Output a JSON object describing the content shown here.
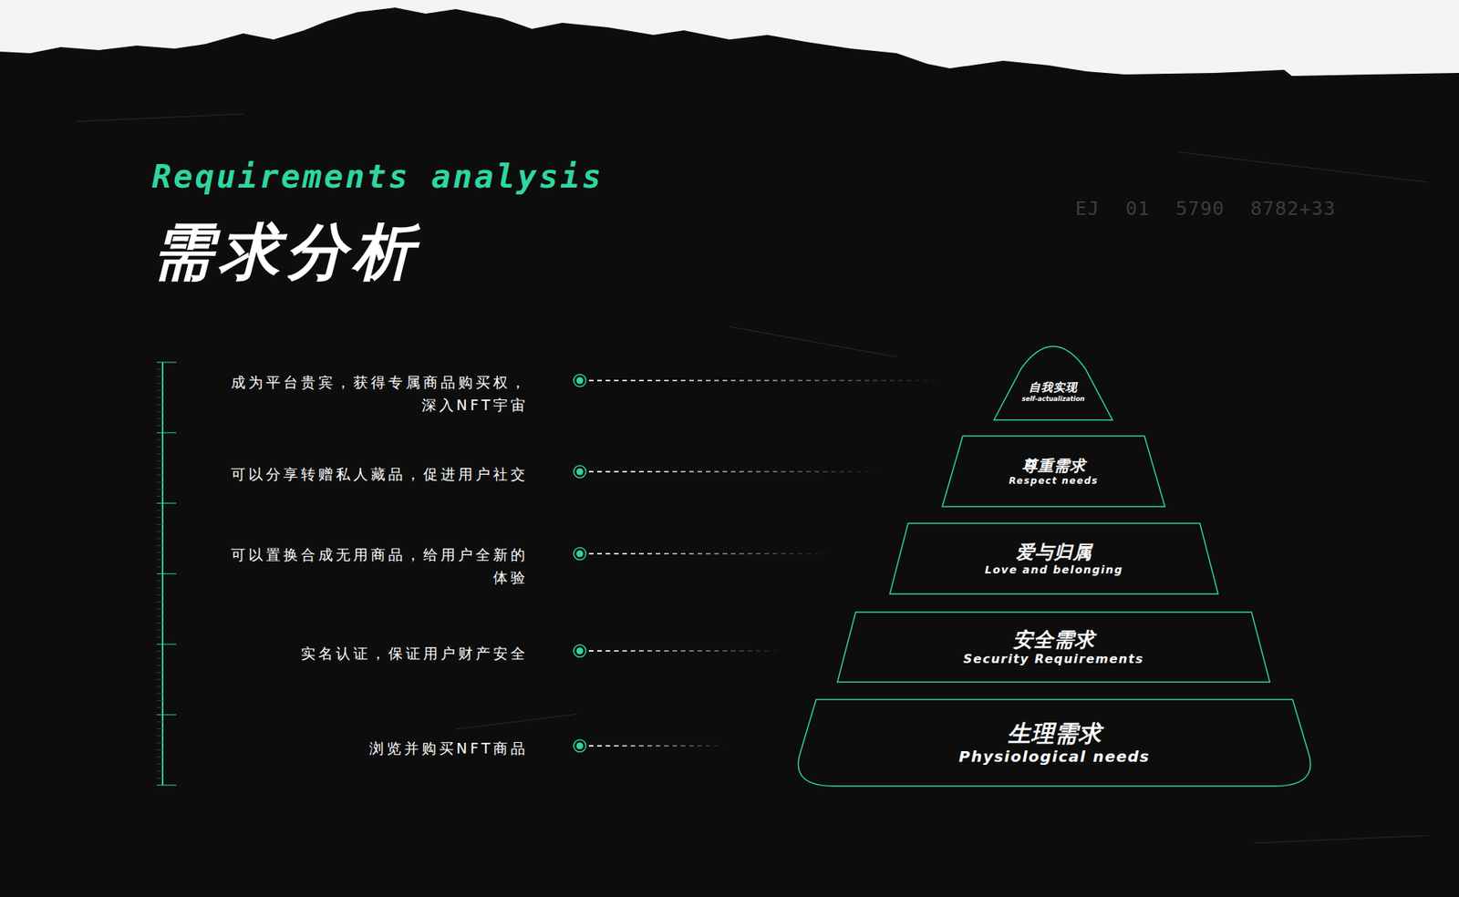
{
  "diagram": {
    "title": "需求分析",
    "nodes": [
      {
        "text": [
          "自我实现",
          "self-actualization"
        ]
      },
      {
        "text": [
          "尊重需求",
          "Respect needs"
        ]
      },
      {
        "text": [
          "爱与归属",
          "Love and belonging"
        ]
      },
      {
        "text": [
          "安全需求",
          "Security Requirements"
        ]
      },
      {
        "text": [
          "生理需求",
          "Physiological needs"
        ]
      }
    ],
    "labels": [
      "Requirements analysis",
      "EJ 01 5790 8782+33",
      "成为平台贵宾，获得专属商品购买权， 深入NFT宇宙",
      "可以分享转赠私人藏品，促进用户社交",
      "可以置换合成无用商品，给用户全新的 体验",
      "实名认证，保证用户财产安全",
      "浏览并购买NFT商品"
    ]
  }
}
